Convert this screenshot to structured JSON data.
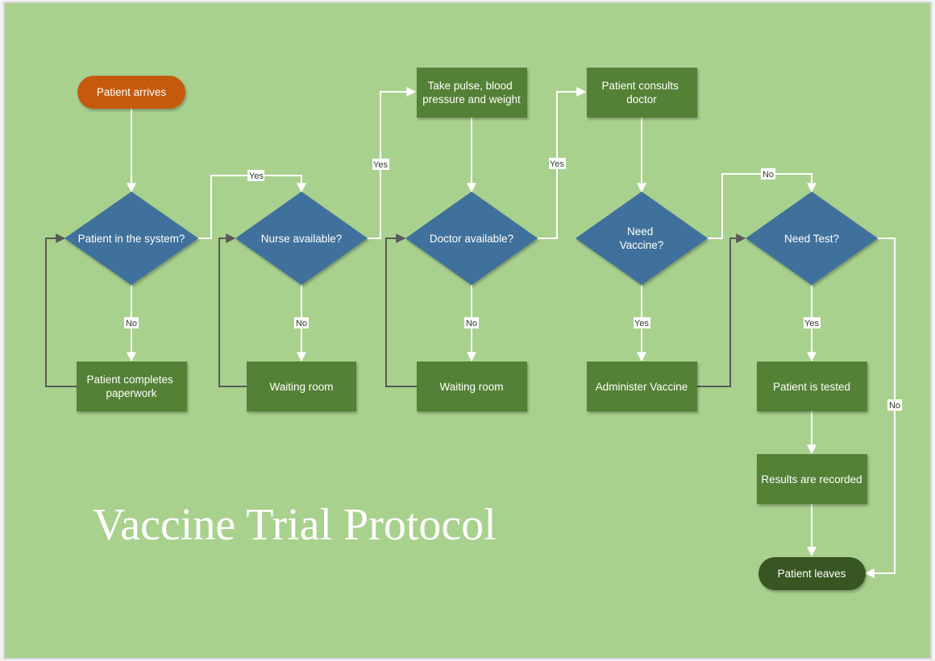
{
  "diagram": {
    "title": "Vaccine Trial Protocol",
    "colors": {
      "background": "#a9d18e",
      "frame": "#d4d4d4",
      "start_node": "#c55a11",
      "process_node": "#538135",
      "decision_node": "#41719c",
      "end_node": "#375623",
      "flow_line": "#ffffff",
      "loop_line": "#595959"
    },
    "nodes": {
      "start": {
        "text": "Patient arrives",
        "shape": "terminator"
      },
      "d_system": {
        "text": "Patient in the system?",
        "shape": "decision"
      },
      "paperwork": {
        "text": "Patient completes paperwork",
        "shape": "process"
      },
      "d_nurse": {
        "text": "Nurse available?",
        "shape": "decision"
      },
      "waiting1": {
        "text": "Waiting room",
        "shape": "process"
      },
      "vitals": {
        "text": "Take pulse, blood pressure and weight",
        "shape": "process"
      },
      "d_doctor": {
        "text": "Doctor available?",
        "shape": "decision"
      },
      "waiting2": {
        "text": "Waiting room",
        "shape": "process"
      },
      "consult": {
        "text": "Patient consults doctor",
        "shape": "process"
      },
      "d_vaccine": {
        "text": "Need Vaccine?",
        "shape": "decision"
      },
      "administer": {
        "text": "Administer Vaccine",
        "shape": "process"
      },
      "d_test": {
        "text": "Need Test?",
        "shape": "decision"
      },
      "tested": {
        "text": "Patient is tested",
        "shape": "process"
      },
      "recorded": {
        "text": "Results are recorded",
        "shape": "process"
      },
      "end": {
        "text": "Patient leaves",
        "shape": "terminator"
      }
    },
    "edges": [
      {
        "from": "start",
        "to": "d_system",
        "label": ""
      },
      {
        "from": "d_system",
        "to": "paperwork",
        "label": "No"
      },
      {
        "from": "paperwork",
        "to": "d_system",
        "label": ""
      },
      {
        "from": "d_system",
        "to": "d_nurse",
        "label": "Yes"
      },
      {
        "from": "d_nurse",
        "to": "waiting1",
        "label": "No"
      },
      {
        "from": "waiting1",
        "to": "d_nurse",
        "label": ""
      },
      {
        "from": "d_nurse",
        "to": "vitals",
        "label": "Yes"
      },
      {
        "from": "vitals",
        "to": "d_doctor",
        "label": ""
      },
      {
        "from": "d_doctor",
        "to": "waiting2",
        "label": "No"
      },
      {
        "from": "waiting2",
        "to": "d_doctor",
        "label": ""
      },
      {
        "from": "d_doctor",
        "to": "consult",
        "label": "Yes"
      },
      {
        "from": "consult",
        "to": "d_vaccine",
        "label": ""
      },
      {
        "from": "d_vaccine",
        "to": "administer",
        "label": "Yes"
      },
      {
        "from": "administer",
        "to": "d_test",
        "label": ""
      },
      {
        "from": "d_vaccine",
        "to": "d_test",
        "label": "No"
      },
      {
        "from": "d_test",
        "to": "tested",
        "label": "Yes"
      },
      {
        "from": "tested",
        "to": "recorded",
        "label": ""
      },
      {
        "from": "recorded",
        "to": "end",
        "label": ""
      },
      {
        "from": "d_test",
        "to": "end",
        "label": "No"
      }
    ]
  }
}
